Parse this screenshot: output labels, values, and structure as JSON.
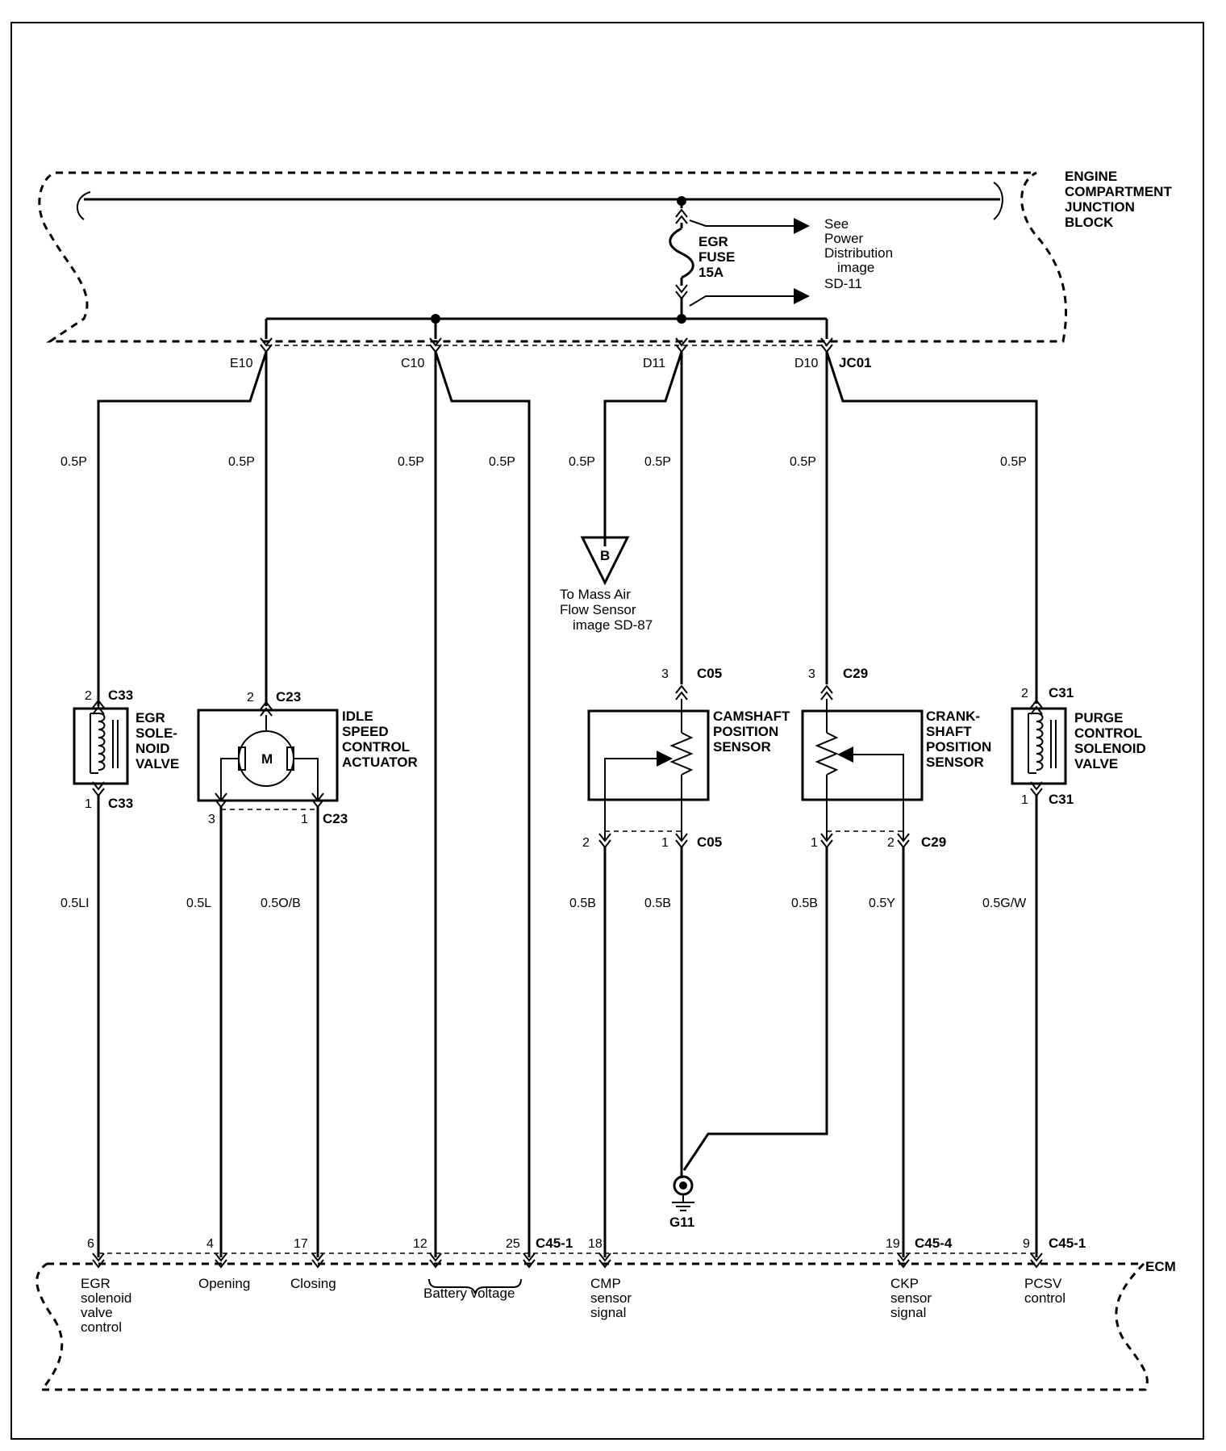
{
  "junction_block": {
    "label": [
      "ENGINE",
      "COMPARTMENT",
      "JUNCTION",
      "BLOCK"
    ],
    "fuse_label": [
      "EGR",
      "FUSE",
      "15A"
    ],
    "see_ref": [
      "See",
      "Power",
      "Distribution",
      "image",
      "SD-11"
    ]
  },
  "connectors": {
    "e10": "E10",
    "c10": "C10",
    "d11": "D11",
    "d10": "D10",
    "jc01": "JC01",
    "c33": "C33",
    "c23": "C23",
    "c05": "C05",
    "c29": "C29",
    "c31": "C31",
    "c45_1": "C45-1",
    "c45_4": "C45-4"
  },
  "pins": {
    "p1": "1",
    "p2": "2",
    "p3": "3",
    "ecm_6": "6",
    "ecm_4": "4",
    "ecm_17": "17",
    "ecm_12": "12",
    "ecm_25": "25",
    "ecm_18": "18",
    "ecm_19": "19",
    "ecm_9": "9"
  },
  "wires": {
    "p05": "0.5P",
    "li": "0.5LI",
    "l": "0.5L",
    "ob": "0.5O/B",
    "b": "0.5B",
    "y": "0.5Y",
    "gw": "0.5G/W"
  },
  "components": {
    "egr_valve": [
      "EGR",
      "SOLE-",
      "NOID",
      "VALVE"
    ],
    "isc": [
      "IDLE",
      "SPEED",
      "CONTROL",
      "ACTUATOR"
    ],
    "motor": "M",
    "cmp": [
      "CAMSHAFT",
      "POSITION",
      "SENSOR"
    ],
    "ckp": [
      "CRANK-",
      "SHAFT",
      "POSITION",
      "SENSOR"
    ],
    "purge": [
      "PURGE",
      "CONTROL",
      "SOLENOID",
      "VALVE"
    ]
  },
  "offpage": {
    "symbol": "B",
    "text": [
      "To Mass Air",
      "Flow Sensor",
      "image SD-87"
    ]
  },
  "ground": "G11",
  "ecm": {
    "label": "ECM",
    "egr": [
      "EGR",
      "solenoid",
      "valve",
      "control"
    ],
    "opening": "Opening",
    "closing": "Closing",
    "battery": "Battery voltage",
    "cmp": [
      "CMP",
      "sensor",
      "signal"
    ],
    "ckp": [
      "CKP",
      "sensor",
      "signal"
    ],
    "pcsv": [
      "PCSV",
      "control"
    ]
  }
}
